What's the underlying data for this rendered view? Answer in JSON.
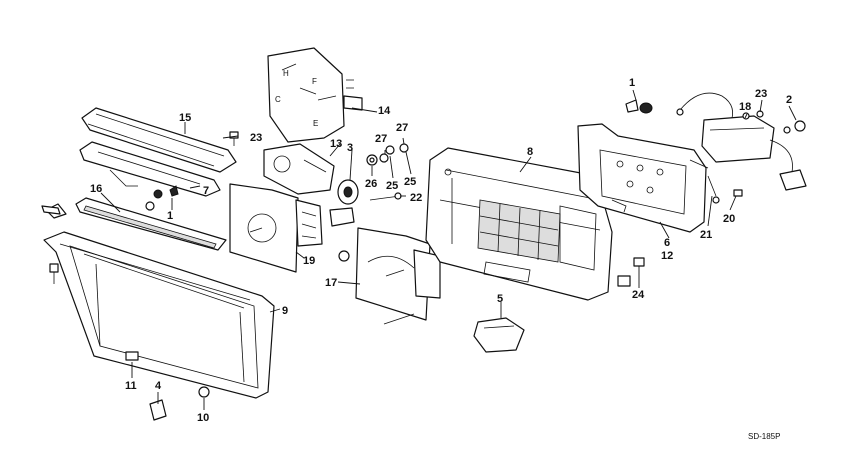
{
  "diagram": {
    "code": "SD-185P",
    "callouts": {
      "c1a": "1",
      "c1b": "1",
      "c2": "2",
      "c3": "3",
      "c4": "4",
      "c5": "5",
      "c6": "6",
      "c7": "7",
      "c8": "8",
      "c9": "9",
      "c10": "10",
      "c11": "11",
      "c12": "12",
      "c13": "13",
      "c14": "14",
      "c15": "15",
      "c16": "16",
      "c17": "17",
      "c18": "18",
      "c19": "19",
      "c20": "20",
      "c21": "21",
      "c22": "22",
      "c23a": "23",
      "c23b": "23",
      "c24": "24",
      "c25a": "25",
      "c25b": "25",
      "c26": "26",
      "c27a": "27",
      "c27b": "27"
    },
    "gauge_labels": {
      "temp_h": "H",
      "temp_c": "C",
      "fuel_f": "F",
      "fuel_e": "E"
    }
  }
}
